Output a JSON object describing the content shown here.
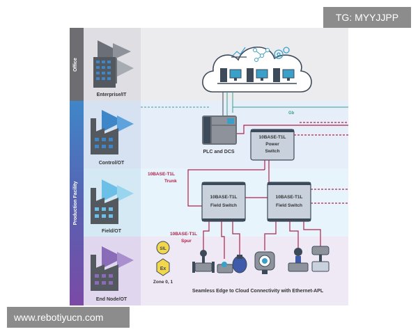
{
  "watermarks": {
    "top_right": "TG: MYYJJPP",
    "bottom_left": "www.rebotiyucn.com"
  },
  "bands": {
    "office": "Office",
    "production": "Production Facility"
  },
  "levels": {
    "enterprise": "Enterprise/IT",
    "control": "Control/OT",
    "field": "Field/OT",
    "end_node": "End Node/OT"
  },
  "nodes": {
    "plc": "PLC and DCS",
    "power_switch": [
      "10BASE-T1L",
      "Power",
      "Switch"
    ],
    "field_switch_1": [
      "10BASE-T1L",
      "Field Switch"
    ],
    "field_switch_2": [
      "10BASE-T1L",
      "Field Switch"
    ]
  },
  "link_labels": {
    "gb": "Gb",
    "trunk": [
      "10BASE-T1L",
      "Trunk"
    ],
    "spur": [
      "10BASE-T1L",
      "Spur"
    ]
  },
  "badges": {
    "sil": "SIL",
    "ex": "Ex",
    "zone": "Zone 0, 1"
  },
  "caption": "Seamless Edge to Cloud Connectivity with Ethernet-APL",
  "colors": {
    "band_office": "#6e6e72",
    "band_production": "#5a5fb0",
    "row_enterprise_bg": "#e9e9ec",
    "row_control_bg": "#e3ecf8",
    "row_field_bg": "#e6f3fb",
    "row_endnode_bg": "#ece7f4",
    "accent_red": "#b0214a",
    "accent_green": "#3aa08a",
    "device_dark": "#3d4a5a",
    "device_light": "#c9d2dc"
  }
}
